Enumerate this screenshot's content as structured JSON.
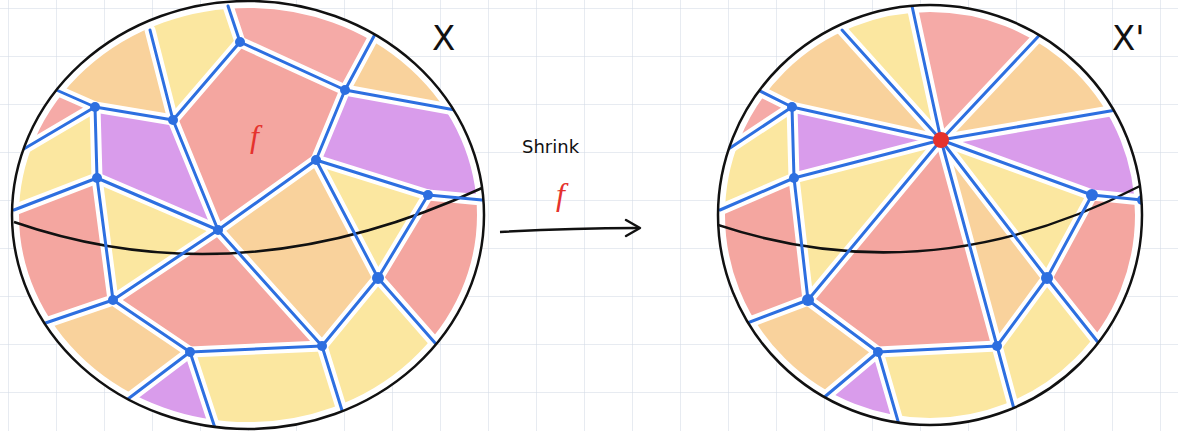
{
  "diagram": {
    "labels": [
      "f",
      "X",
      "Shrink",
      "f",
      "X'"
    ]
  }
}
